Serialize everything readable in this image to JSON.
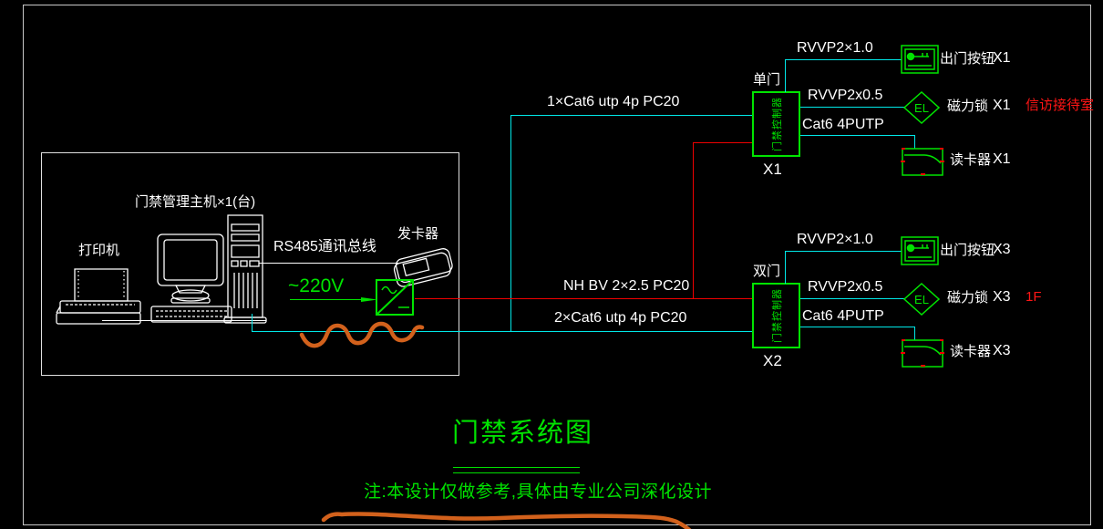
{
  "diagram": {
    "title": "门禁系统图",
    "note": "注:本设计仅做参考,具体由专业公司深化设计"
  },
  "room": {
    "printer_label": "打印机",
    "host_label": "门禁管理主机×1(台)",
    "rs485_label": "RS485通讯总线",
    "card_issuer_label": "发卡器",
    "power_label": "~220V"
  },
  "trunks": {
    "cat6_top": "1×Cat6 utp 4p PC20",
    "power_cable": "NH BV 2×2.5 PC20",
    "cat6_bottom": "2×Cat6 utp 4p PC20"
  },
  "controllers": [
    {
      "door_type": "单门",
      "code": "X1",
      "name": "门禁控制器",
      "location": "信访接待室",
      "rows": [
        {
          "cable": "RVVP2×1.0",
          "device": "出门按钮",
          "terminal": "X1"
        },
        {
          "cable": "RVVP2x0.5",
          "device": "磁力锁",
          "terminal": "X1",
          "symbol": "EL"
        },
        {
          "cable": "Cat6 4PUTP",
          "device": "读卡器",
          "terminal": "X1"
        }
      ]
    },
    {
      "door_type": "双门",
      "code": "X2",
      "name": "门禁控制器",
      "location": "1F",
      "rows": [
        {
          "cable": "RVVP2×1.0",
          "device": "出门按钮",
          "terminal": "X3"
        },
        {
          "cable": "RVVP2x0.5",
          "device": "磁力锁",
          "terminal": "X3",
          "symbol": "EL"
        },
        {
          "cable": "Cat6 4PUTP",
          "device": "读卡器",
          "terminal": "X3"
        }
      ]
    }
  ],
  "colors": {
    "background": "#000000",
    "line_green": "#00e400",
    "line_cyan": "#00e8e8",
    "line_red": "#ef0000",
    "line_white": "#ffffff",
    "marker_orange": "#d2611c",
    "border_gray": "#c8c8c8"
  }
}
